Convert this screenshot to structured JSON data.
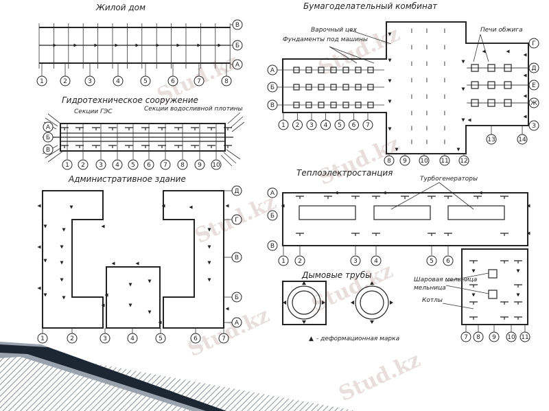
{
  "titles": {
    "residential": "Жилой дом",
    "paper_mill": "Бумагоделательный комбинат",
    "hydro": "Гидротехническое сооружение",
    "admin": "Административное здание",
    "power_plant": "Теплоэлектростанция",
    "chimneys": "Дымовые трубы"
  },
  "labels": {
    "boiler_shop": "Варочный цех",
    "machine_foundations": "Фундаменты под машины",
    "kilns": "Печи обжига",
    "hpp_sections": "Секции ГЭС",
    "dam_sections": "Секции водосливной плотины",
    "turbogenerators": "Турбогенераторы",
    "ball_mill": "Шаровая мельница",
    "boilers": "Котлы",
    "legend_marker": "▲",
    "legend_text": "- деформационная марка"
  },
  "axes": {
    "residential_rows": [
      "В",
      "Б",
      "А"
    ],
    "residential_cols": [
      "1",
      "2",
      "3",
      "4",
      "5",
      "6",
      "7",
      "8"
    ],
    "hydro_rows": [
      "А",
      "Б",
      "В"
    ],
    "hydro_cols": [
      "1",
      "2",
      "3",
      "4",
      "5",
      "6",
      "7",
      "8",
      "9",
      "10"
    ],
    "admin_rows": [
      "Д",
      "Г",
      "В",
      "Б",
      "А"
    ],
    "admin_cols": [
      "1",
      "2",
      "3",
      "4",
      "5",
      "6",
      "7"
    ],
    "mill_left_rows": [
      "А",
      "Б",
      "В"
    ],
    "mill_left_cols": [
      "1",
      "2",
      "3",
      "4",
      "5",
      "6",
      "7"
    ],
    "mill_right_rows": [
      "Г",
      "Д",
      "Е",
      "Ж",
      "З"
    ],
    "mill_main_cols": [
      "8",
      "9",
      "10",
      "11",
      "12"
    ],
    "mill_kiln_cols": [
      "13",
      "14"
    ],
    "power_rows": [
      "А",
      "Б",
      "В"
    ],
    "power_cols": [
      "1",
      "2",
      "3",
      "4",
      "5",
      "6"
    ],
    "boiler_cols": [
      "7",
      "8",
      "9",
      "10",
      "11"
    ]
  },
  "watermark": "Stud.kz",
  "colors": {
    "ink": "#222222",
    "watermark": "#e8dede",
    "ribbon_dark": "#1c2733",
    "ribbon_light": "#9aa3ad"
  }
}
